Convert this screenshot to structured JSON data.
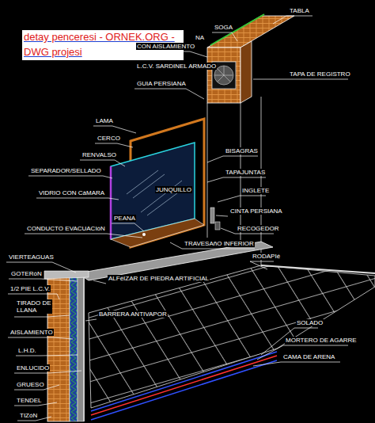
{
  "diagram": {
    "labels": [
      "detay penceresi - ORNEK.ORG - DWG projesi",
      "TABLA",
      "SOGA",
      "NA",
      "CON AISLAMIENTO",
      "L.C.V. SARDINEL ARMADO",
      "GUIA PERSIANA",
      "TAPA DE REGISTRO",
      "LAMA",
      "CERCO",
      "RENVALSO",
      "SEPARADOR/SELLADO",
      "VIDRIO CON CáMARA",
      "JUNQUILLO",
      "BISAGRAS",
      "TAPAJUNTAS",
      "INGLETE",
      "CINTA PERSIANA",
      "RECOGEDOR",
      "PEANA",
      "CONDUCTO EVACUACIóN",
      "TRAVESAñO INFERIOR",
      "RODAPIé",
      "VIERTEAGUAS",
      "GOTERóN",
      "ALFéIZAR DE PIEDRA ARTIFICIAL",
      "1/2 PIE L.C.V.",
      "TIRADO DE LLANA",
      "BARRERA ANTIVAPOR",
      "AISLAMIENTO",
      "L.H.D.",
      "ENLUCIDO",
      "GRUESO",
      "SOLADO",
      "MORTERO DE AGARRE",
      "TENDEL",
      "CAMA DE ARENA",
      "TIZóN"
    ]
  }
}
